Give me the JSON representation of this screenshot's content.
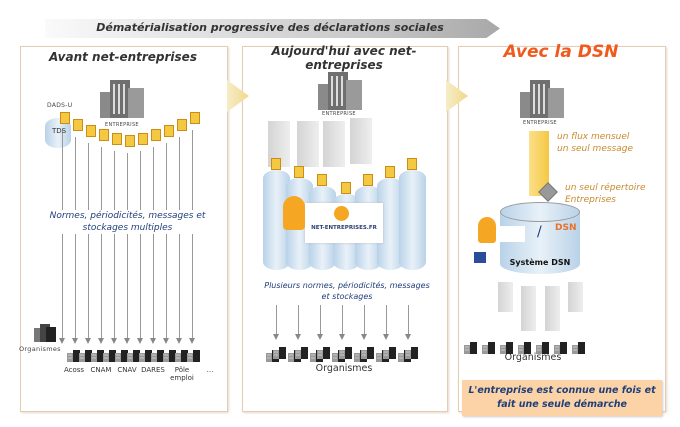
{
  "banner": {
    "title": "Dématérialisation progressive des déclarations sociales"
  },
  "panels": {
    "before": {
      "title": "Avant net-entreprises",
      "enterprise": "ENTREPRISE",
      "dadsu": "DADS-U",
      "tds": "TDS",
      "caption": "Normes, périodicités, messages et stockages multiples",
      "organismes": "Organismes",
      "org_labels": [
        "Acoss",
        "CNAM",
        "CNAV",
        "DARES",
        "Pôle emploi",
        "..."
      ]
    },
    "today": {
      "title": "Aujourd'hui avec net-entreprises",
      "enterprise": "ENTREPRISE",
      "logo": "NET-ENTREPRISES.FR",
      "caption": "Plusieurs normes, périodicités, messages et stockages",
      "organismes": "Organismes"
    },
    "dsn": {
      "title": "Avec la DSN",
      "enterprise": "ENTREPRISE",
      "flux_line1": "un flux mensuel",
      "flux_line2": "un seul message",
      "repertoire_line1": "un seul répertoire",
      "repertoire_line2": "Entreprises",
      "systeme": "Système DSN",
      "dsn_logo": "DSN",
      "organismes": "Organismes",
      "conclusion_line1": "L'entreprise est connue une fois et",
      "conclusion_line2": "fait une seule démarche"
    }
  },
  "colors": {
    "accent_orange": "#f05a1e",
    "text_blue": "#1f3f7a",
    "box_orange": "#fbd3a6"
  }
}
